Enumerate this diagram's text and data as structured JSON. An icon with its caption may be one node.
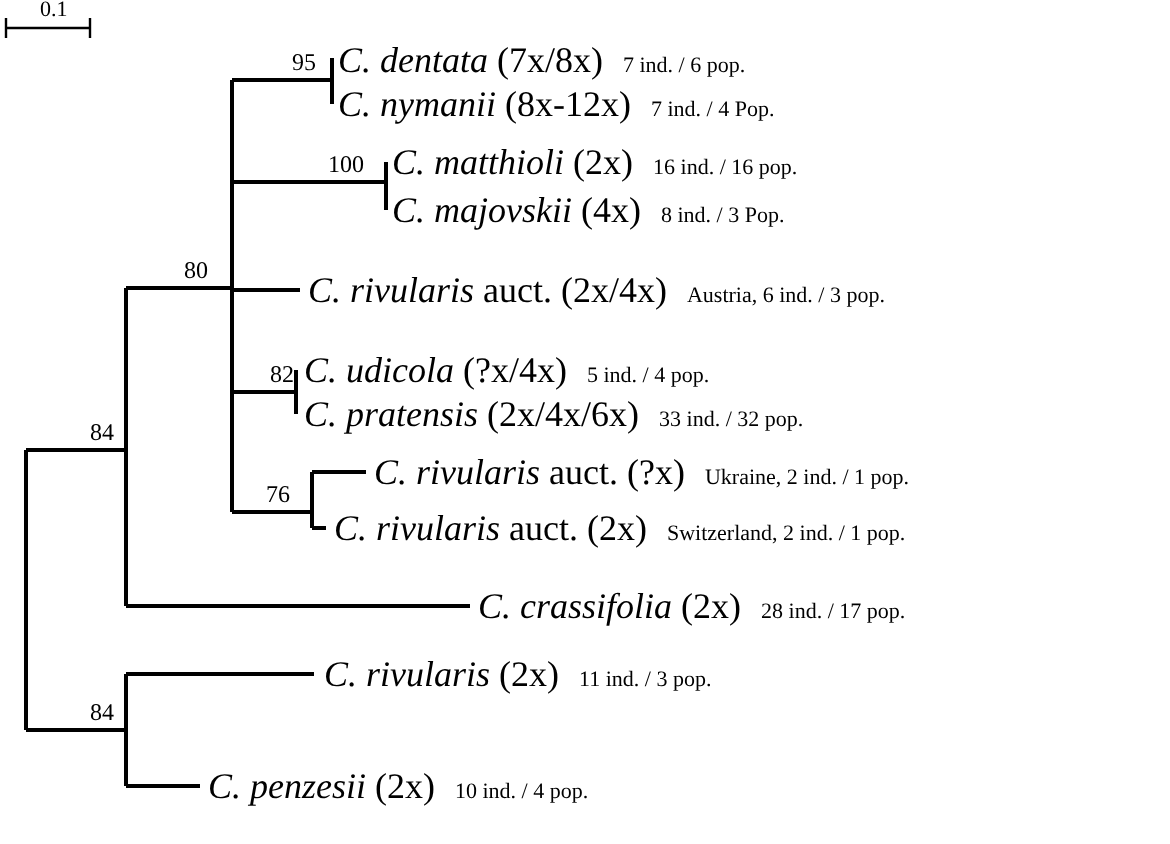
{
  "diagram": {
    "nodes": [
      {
        "text": [
          "*C. dentata* (7x/8x)"
        ],
        "beside": [
          "7 ind. / 6 pop."
        ]
      },
      {
        "text": [
          "*C. nymanii* (8x-12x)"
        ],
        "beside": [
          "7 ind. / 4 Pop."
        ]
      },
      {
        "text": [
          "*C. matthioli* (2x)"
        ],
        "beside": [
          "16 ind. / 16 pop."
        ]
      },
      {
        "text": [
          "*C. majovskii* (4x)"
        ],
        "beside": [
          "8 ind. / 3 Pop."
        ]
      },
      {
        "text": [
          "*C. rivularis* auct. (2x/4x)"
        ],
        "beside": [
          "Austria, 6 ind. / 3 pop."
        ]
      },
      {
        "text": [
          "*C. udicola* (?x/4x)"
        ],
        "beside": [
          "5 ind. / 4 pop."
        ]
      },
      {
        "text": [
          "*C. pratensis* (2x/4x/6x)"
        ],
        "beside": [
          "33 ind. / 32 pop."
        ]
      },
      {
        "text": [
          "*C. rivularis* auct. (?x)"
        ],
        "beside": [
          "Ukraine, 2 ind. / 1 pop."
        ]
      },
      {
        "text": [
          "*C. rivularis* auct. (2x)"
        ],
        "beside": [
          "Switzerland, 2 ind. / 1 pop."
        ]
      },
      {
        "text": [
          "*C. crassifolia* (2x)"
        ],
        "beside": [
          "28 ind. / 17 pop."
        ]
      },
      {
        "text": [
          "*C. rivularis* (2x)"
        ],
        "beside": [
          "11 ind. / 3 pop."
        ]
      },
      {
        "text": [
          "*C. penzesii* (2x)"
        ],
        "beside": [
          "10 ind. / 4 pop."
        ]
      }
    ],
    "labels": [
      "0.1",
      "95",
      "100",
      "80",
      "82",
      "76",
      "84",
      "84"
    ]
  }
}
